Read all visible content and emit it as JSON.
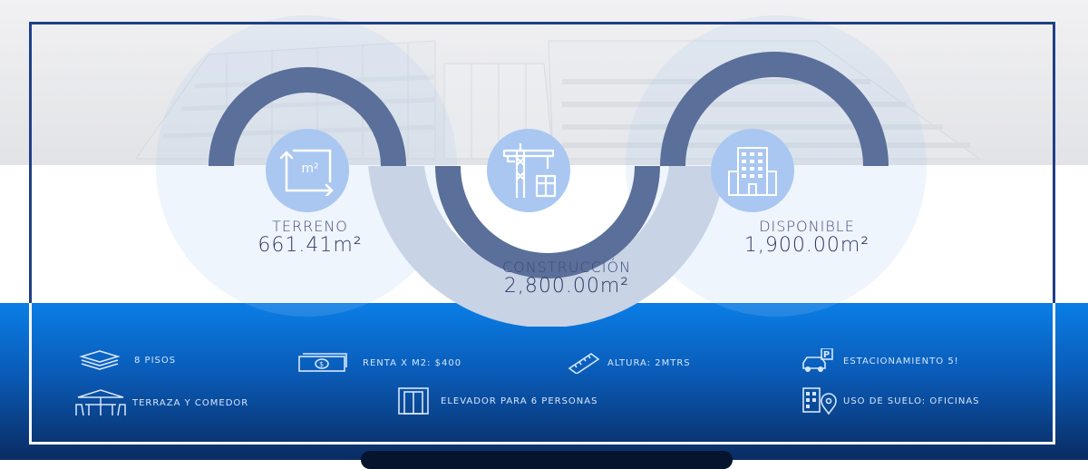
{
  "metrics": {
    "terreno": {
      "label": "TERRENO",
      "value": "661.41m²"
    },
    "construccion": {
      "label": "CONSTRUCCIÓN",
      "value": "2,800.00m²"
    },
    "disponible": {
      "label": "DISPONIBLE",
      "value": "1,900.00m²"
    }
  },
  "icons": {
    "area": {
      "name": "area-m2-icon",
      "text": "m²"
    },
    "construction": {
      "name": "crane-construction-icon"
    },
    "building": {
      "name": "office-building-icon"
    }
  },
  "features": [
    {
      "label": "8 PISOS",
      "icon": "floors-stack-icon"
    },
    {
      "label": "RENTA X M2: $400",
      "icon": "money-bill-icon"
    },
    {
      "label": "ALTURA: 2MTRS",
      "icon": "ruler-icon"
    },
    {
      "label": "ESTACIONAMIENTO 5!",
      "icon": "parking-car-icon"
    },
    {
      "label": "TERRAZA Y COMEDOR",
      "icon": "terrace-table-icon"
    },
    {
      "label": "ELEVADOR PARA 6 PERSONAS",
      "icon": "elevator-icon"
    },
    {
      "label": "USO DE SUELO: OFICINAS",
      "icon": "office-location-icon"
    }
  ],
  "colors": {
    "frame": "#1f3f86",
    "wave_dark": "#5a6f99",
    "wave_light": "#c8d3e6",
    "circle": "#a9c7f1",
    "bottom_top": "#0a7ee6",
    "bottom_bottom": "#0a2c63"
  }
}
